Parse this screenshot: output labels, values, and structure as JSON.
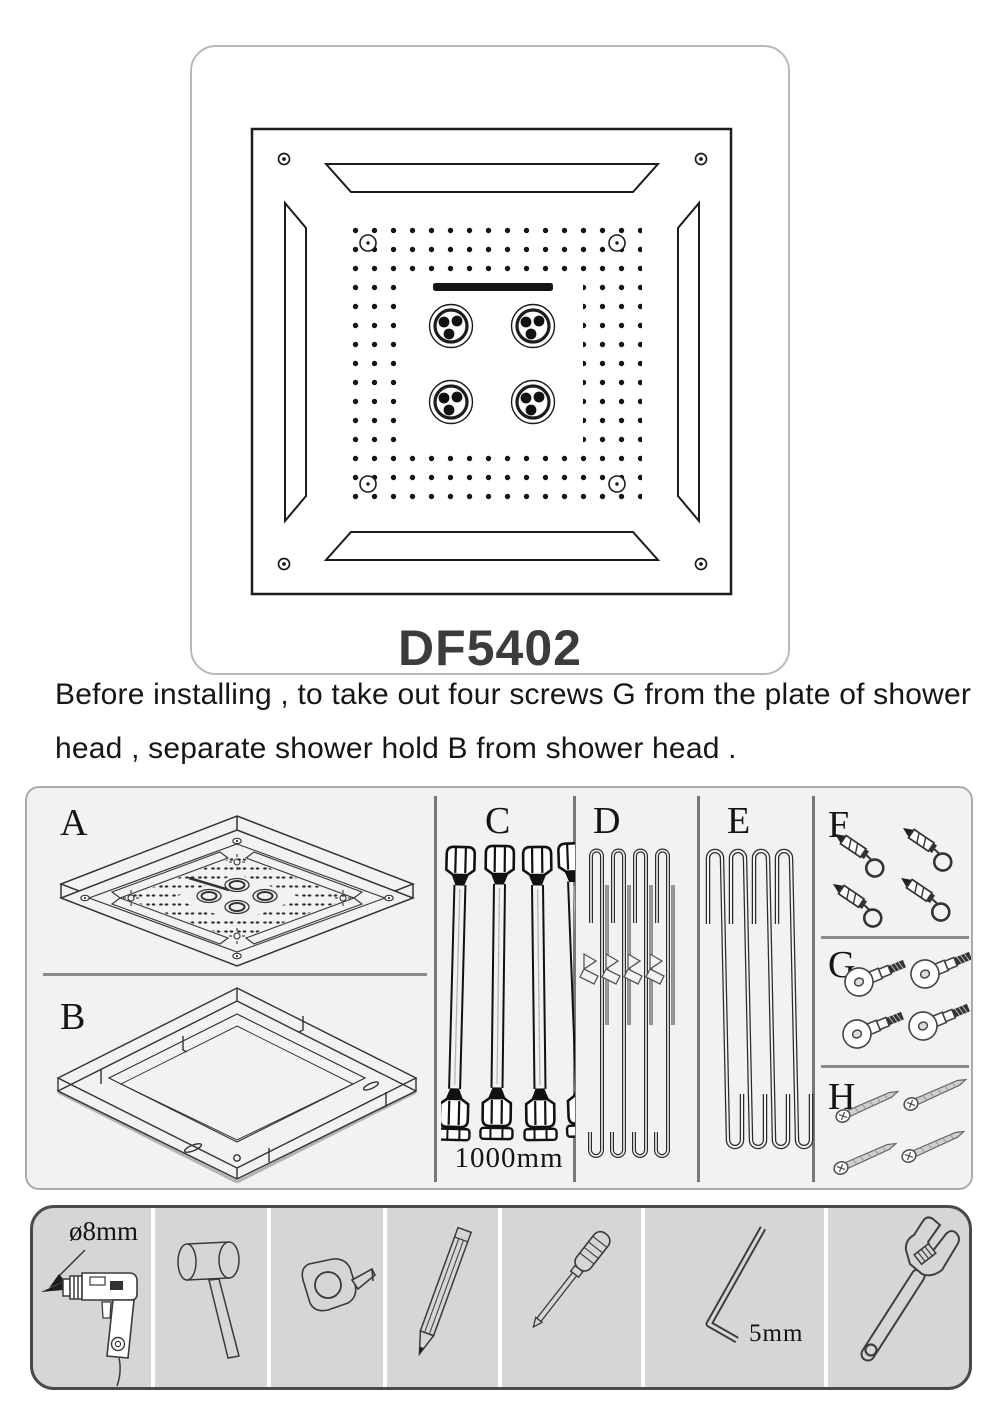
{
  "header_card": {
    "model": "DF5402"
  },
  "instruction": {
    "line1": "Before installing , to take out four screws G from the plate of shower",
    "line2": "head , separate shower hold B from shower head ."
  },
  "parts_grid": {
    "labels": {
      "a": "A",
      "b": "B",
      "c": "C",
      "d": "D",
      "e": "E",
      "f": "F",
      "g": "G",
      "h": "H"
    },
    "hose_length": "1000mm",
    "items": {
      "A": "shower-head-plate-isometric",
      "B": "ceiling-mounting-frame",
      "C": "flexible-hoses-x4",
      "D": "hook-rods-with-clips-x4",
      "E": "suspension-hooks-x4",
      "F": "anchor-eye-bolts-x4",
      "G": "flat-head-bolts-x4",
      "H": "mounting-screws-x4"
    }
  },
  "tools_bar": {
    "drill_bit_diameter": "ø8mm",
    "hex_key_size": "5mm",
    "tool_icons": [
      "drill-icon",
      "mallet-icon",
      "tape-measure-icon",
      "pencil-icon",
      "screwdriver-icon",
      "hex-key-icon",
      "adjustable-wrench-icon"
    ]
  },
  "colors": {
    "line_art": "#1c1c1c",
    "card_border": "#b9b9b9",
    "grid_background": "#f2f2f2",
    "grid_border": "#ababab",
    "divider": "#787878",
    "tools_background": "#d6d6d6",
    "tools_border": "#4a4a4a",
    "model_text": "#3c3c3c"
  }
}
